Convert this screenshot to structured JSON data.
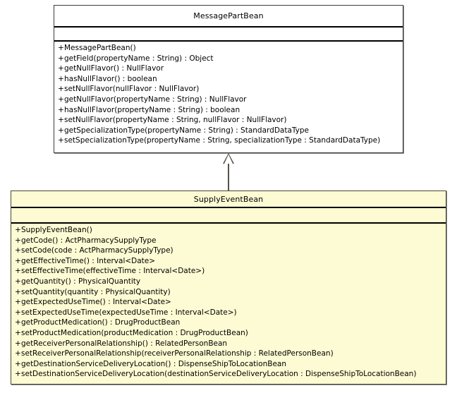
{
  "diagram": {
    "type": "uml-class-diagram",
    "background_color": "#ffffff",
    "relationships": [
      {
        "kind": "generalization",
        "from": "SupplyEventBean",
        "to": "MessagePartBean",
        "arrow": "hollow-triangle"
      }
    ]
  },
  "classes": [
    {
      "id": "message-part-bean",
      "name": "MessagePartBean",
      "fill_color": "#ffffff",
      "border_color": "#3b3b3b",
      "attributes": [],
      "operations": [
        {
          "visibility": "+",
          "signature": "MessagePartBean()"
        },
        {
          "visibility": "+",
          "signature": "getField(propertyName : String) : Object"
        },
        {
          "visibility": "+",
          "signature": "getNullFlavor() : NullFlavor"
        },
        {
          "visibility": "+",
          "signature": "hasNullFlavor() : boolean"
        },
        {
          "visibility": "+",
          "signature": "setNullFlavor(nullFlavor : NullFlavor)"
        },
        {
          "visibility": "+",
          "signature": "getNullFlavor(propertyName : String) : NullFlavor"
        },
        {
          "visibility": "+",
          "signature": "hasNullFlavor(propertyName : String) : boolean"
        },
        {
          "visibility": "+",
          "signature": "setNullFlavor(propertyName : String, nullFlavor : NullFlavor)"
        },
        {
          "visibility": "+",
          "signature": "getSpecializationType(propertyName : String) : StandardDataType"
        },
        {
          "visibility": "+",
          "signature": "setSpecializationType(propertyName : String, specializationType : StandardDataType)"
        }
      ]
    },
    {
      "id": "supply-event-bean",
      "name": "SupplyEventBean",
      "fill_color": "#fdfbd3",
      "border_color": "#4a4733",
      "attributes": [],
      "operations": [
        {
          "visibility": "+",
          "signature": "SupplyEventBean()"
        },
        {
          "visibility": "+",
          "signature": "getCode() : ActPharmacySupplyType"
        },
        {
          "visibility": "+",
          "signature": "setCode(code : ActPharmacySupplyType)"
        },
        {
          "visibility": "+",
          "signature": "getEffectiveTime() : Interval<Date>"
        },
        {
          "visibility": "+",
          "signature": "setEffectiveTime(effectiveTime : Interval<Date>)"
        },
        {
          "visibility": "+",
          "signature": "getQuantity() : PhysicalQuantity"
        },
        {
          "visibility": "+",
          "signature": "setQuantity(quantity : PhysicalQuantity)"
        },
        {
          "visibility": "+",
          "signature": "getExpectedUseTime() : Interval<Date>"
        },
        {
          "visibility": "+",
          "signature": "setExpectedUseTime(expectedUseTime : Interval<Date>)"
        },
        {
          "visibility": "+",
          "signature": "getProductMedication() : DrugProductBean"
        },
        {
          "visibility": "+",
          "signature": "setProductMedication(productMedication : DrugProductBean)"
        },
        {
          "visibility": "+",
          "signature": "getReceiverPersonalRelationship() : RelatedPersonBean"
        },
        {
          "visibility": "+",
          "signature": "setReceiverPersonalRelationship(receiverPersonalRelationship : RelatedPersonBean)"
        },
        {
          "visibility": "+",
          "signature": "getDestinationServiceDeliveryLocation() : DispenseShipToLocationBean"
        },
        {
          "visibility": "+",
          "signature": "setDestinationServiceDeliveryLocation(destinationServiceDeliveryLocation : DispenseShipToLocationBean)"
        }
      ]
    }
  ]
}
